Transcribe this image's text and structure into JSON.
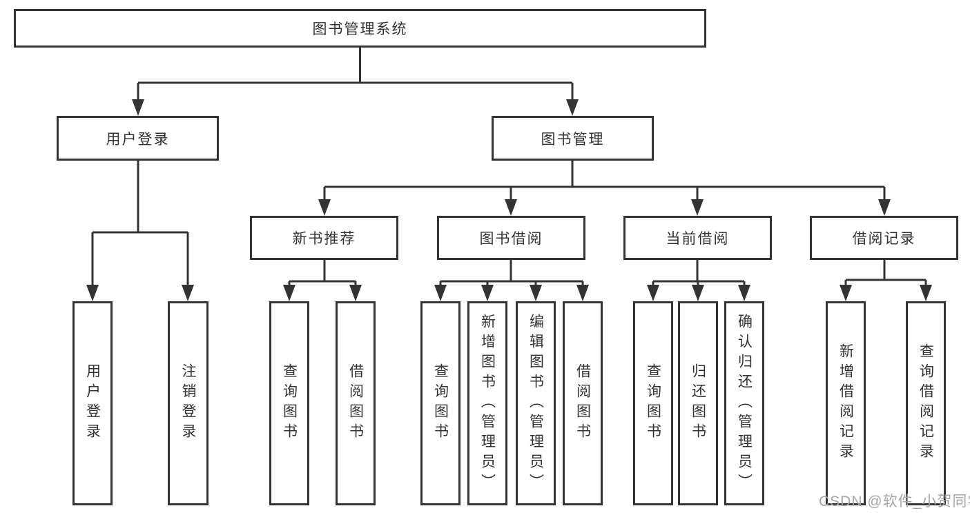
{
  "tree": {
    "label": "图书管理系统",
    "children": [
      {
        "label": "用户登录",
        "children": [
          {
            "label": "用户登录"
          },
          {
            "label": "注销登录"
          }
        ]
      },
      {
        "label": "图书管理",
        "children": [
          {
            "label": "新书推荐",
            "children": [
              {
                "label": "查询图书"
              },
              {
                "label": "借阅图书"
              }
            ]
          },
          {
            "label": "图书借阅",
            "children": [
              {
                "label": "查询图书"
              },
              {
                "label": "新增图书（管理员）"
              },
              {
                "label": "编辑图书（管理员）"
              },
              {
                "label": "借阅图书"
              }
            ]
          },
          {
            "label": "当前借阅",
            "children": [
              {
                "label": "查询图书"
              },
              {
                "label": "归还图书"
              },
              {
                "label": "确认归还（管理员）"
              }
            ]
          },
          {
            "label": "借阅记录",
            "children": [
              {
                "label": "新增借阅记录"
              },
              {
                "label": "查询借阅记录"
              }
            ]
          }
        ]
      }
    ]
  },
  "watermark": "CSDN @软件_小贺同学",
  "colors": {
    "line": "#333333",
    "text": "#333333",
    "watermark": "#a6a6a6",
    "background": "#ffffff"
  }
}
